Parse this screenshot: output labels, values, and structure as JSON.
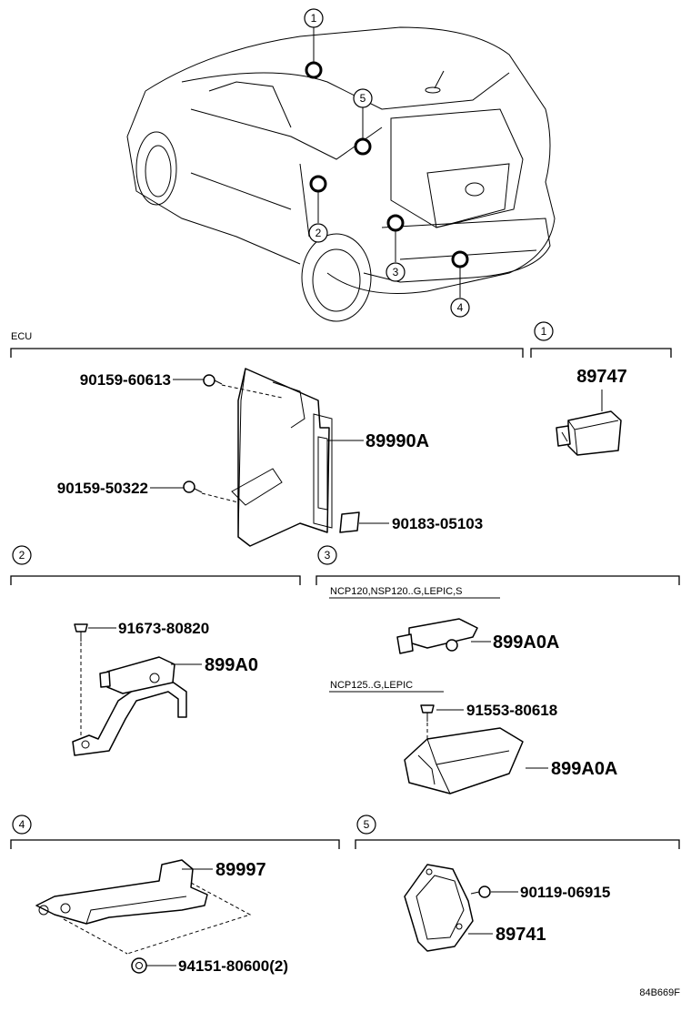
{
  "diagram_code": "84B669F",
  "sections": {
    "ecu": {
      "title": "ECU"
    },
    "s1": {
      "ref": "1"
    },
    "s2": {
      "ref": "2"
    },
    "s3": {
      "ref": "3"
    },
    "s4": {
      "ref": "4"
    },
    "s5": {
      "ref": "5"
    }
  },
  "vehicle_callouts": [
    "1",
    "2",
    "3",
    "4",
    "5"
  ],
  "parts": {
    "ecu_screw_upper": "90159-60613",
    "ecu_screw_lower": "90159-50322",
    "ecu_unit": "89990A",
    "ecu_clip": "90183-05103",
    "s1_part": "89747",
    "s2_bolt": "91673-80820",
    "s2_part": "899A0",
    "s3_variant_a": "NCP120,NSP120..G,LEPIC,S",
    "s3_part_a": "899A0A",
    "s3_variant_b": "NCP125..G,LEPIC",
    "s3_bolt": "91553-80618",
    "s3_part_b": "899A0A",
    "s4_part": "89997",
    "s4_nut": "94151-80600(2)",
    "s5_nut": "90119-06915",
    "s5_part": "89741"
  }
}
